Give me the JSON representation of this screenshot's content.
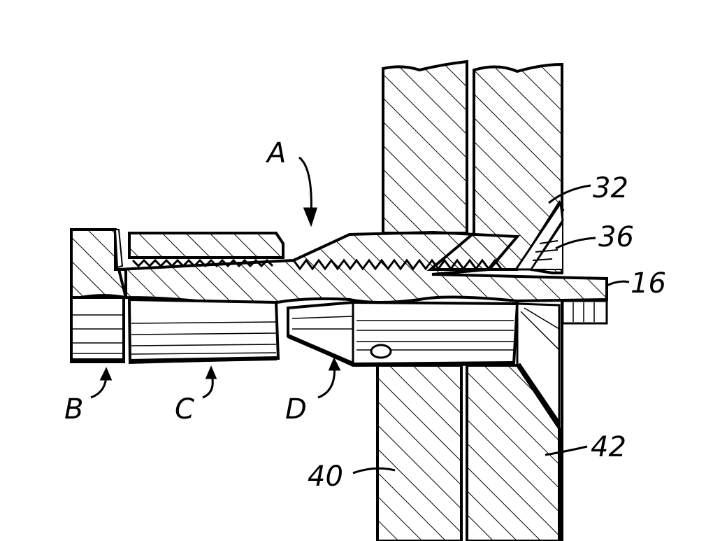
{
  "figure": {
    "ink_color": "#000000",
    "paper_color": "#ffffff",
    "labels": {
      "A": "A",
      "B": "B",
      "C": "C",
      "D": "D",
      "n16": "16",
      "n32": "32",
      "n36": "36",
      "n40": "40",
      "n42": "42"
    }
  }
}
